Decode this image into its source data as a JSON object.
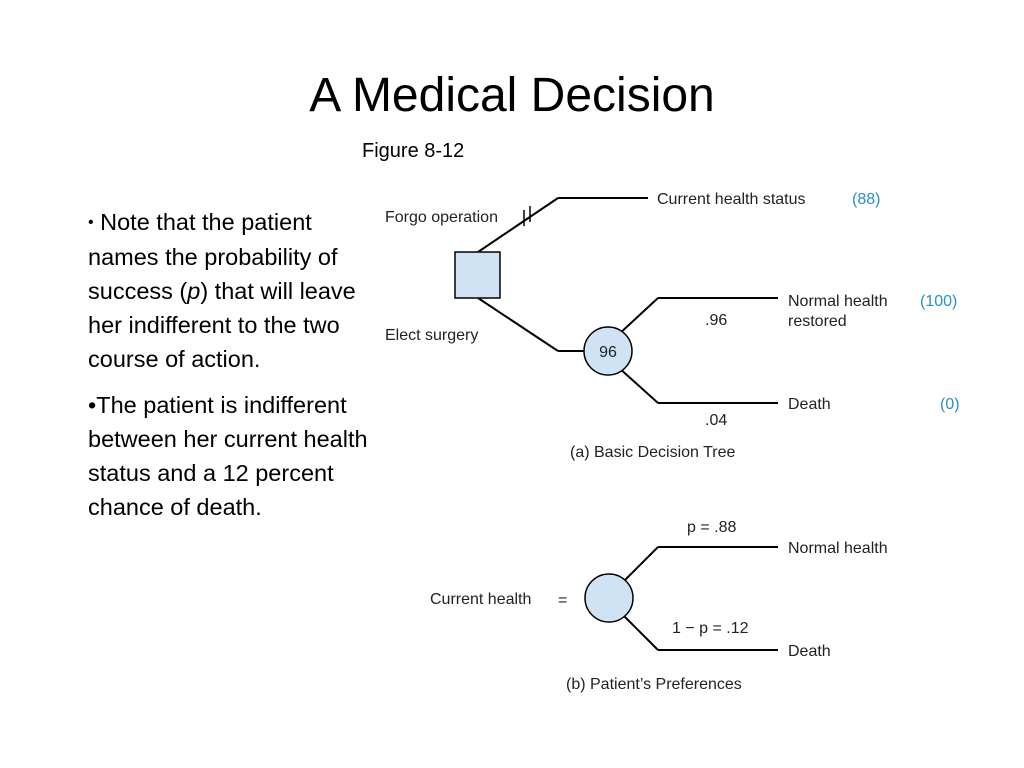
{
  "slide": {
    "title": "A Medical Decision",
    "figure_ref": "Figure 8-12"
  },
  "bullets": [
    {
      "marker": "•",
      "text_before": " Note that the patient names the probability of success (",
      "italic": "p",
      "text_after": ") that will leave her indifferent to the two course of action."
    },
    {
      "marker": "•",
      "text": "The patient is indifferent between her current health status and a 12 percent chance of death."
    }
  ],
  "colors": {
    "value_blue": "#2a8fc9",
    "node_fill": "#cfe3f5",
    "line": "#000000"
  },
  "tree_a": {
    "decision_node": "square",
    "forgo_label": "Forgo operation",
    "elect_label": "Elect surgery",
    "current_status_label": "Current health status",
    "current_status_value": "(88)",
    "chance_value": "96",
    "normal_label_line1": "Normal health",
    "normal_label_line2": "restored",
    "normal_value": "(100)",
    "normal_prob": ".96",
    "death_label": "Death",
    "death_value": "(0)",
    "death_prob": ".04",
    "caption": "(a) Basic Decision Tree"
  },
  "tree_b": {
    "left_label": "Current health",
    "equals": "=",
    "p_label": "p = .88",
    "normal_label": "Normal health",
    "q_label": "1 − p = .12",
    "death_label": "Death",
    "caption": "(b) Patient’s Preferences"
  }
}
